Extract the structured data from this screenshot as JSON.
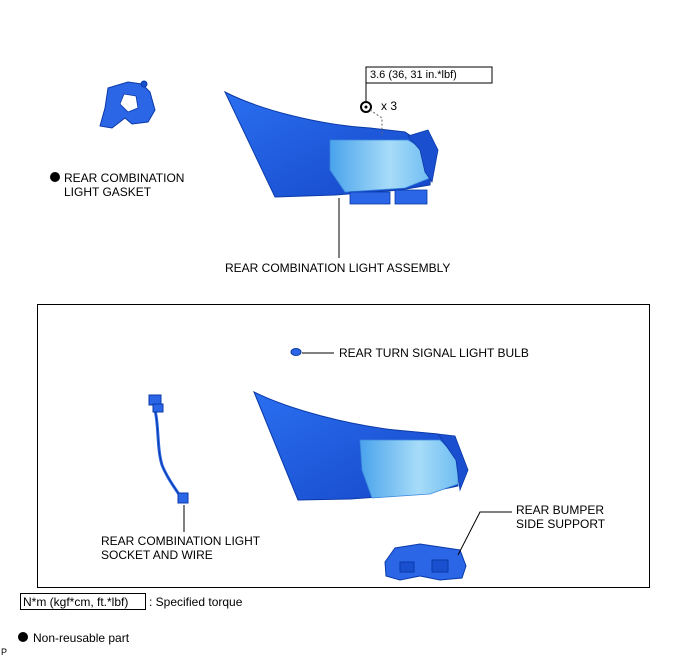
{
  "top": {
    "gasket_label_line1": "REAR COMBINATION",
    "gasket_label_line2": "LIGHT GASKET",
    "assembly_label": "REAR COMBINATION LIGHT ASSEMBLY",
    "torque_value": "3.6 (36, 31 in.*lbf)",
    "screw_count": "x 3"
  },
  "inset": {
    "bulb_label": "REAR TURN SIGNAL LIGHT BULB",
    "socket_label_line1": "REAR COMBINATION LIGHT",
    "socket_label_line2": "SOCKET AND WIRE",
    "support_label_line1": "REAR BUMPER",
    "support_label_line2": "SIDE SUPPORT"
  },
  "legend": {
    "torque_unit": "N*m (kgf*cm, ft.*lbf)",
    "torque_desc": ": Specified torque",
    "nonreusable_desc": "Non-reusable part"
  },
  "corner_mark": "P",
  "colors": {
    "part_blue": "#1f5ee0",
    "part_dark": "#0b3aa8",
    "lens_light": "#8fd0f5"
  }
}
